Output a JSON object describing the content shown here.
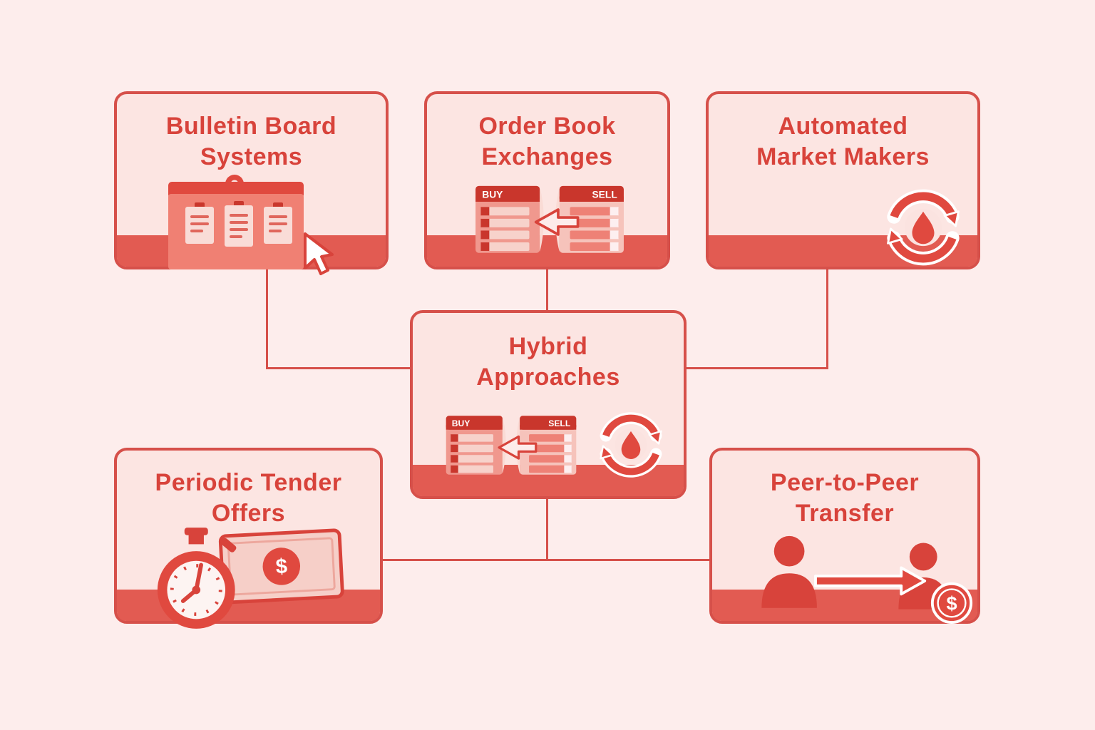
{
  "cards": [
    {
      "id": "bulletin-board-systems",
      "line1": "Bulletin Board",
      "line2": "Systems",
      "icon": "bulletin-board-icon"
    },
    {
      "id": "order-book-exchanges",
      "line1": "Order Book",
      "line2": "Exchanges",
      "icon": "order-book-icon"
    },
    {
      "id": "automated-market-makers",
      "line1": "Automated",
      "line2": "Market Makers",
      "icon": "liquidity-cycle-icon"
    },
    {
      "id": "hybrid-approaches",
      "line1": "Hybrid",
      "line2": "Approaches",
      "icon": "order-book-plus-cycle-icon"
    },
    {
      "id": "periodic-tender-offers",
      "line1": "Periodic Tender",
      "line2": "Offers",
      "icon": "stopwatch-banknote-icon"
    },
    {
      "id": "peer-to-peer-transfer",
      "line1": "Peer-to-Peer",
      "line2": "Transfer",
      "icon": "people-transfer-icon"
    }
  ],
  "icon_labels": {
    "buy": "BUY",
    "sell": "SELL",
    "dollar": "$"
  },
  "colors": {
    "background": "#fdedec",
    "card_fill": "#fce5e2",
    "card_border": "#d6504a",
    "bottom_strip": "#e25b52",
    "title_text": "#d8433b",
    "connector": "#d6504a",
    "icon_red": "#e0493f"
  }
}
